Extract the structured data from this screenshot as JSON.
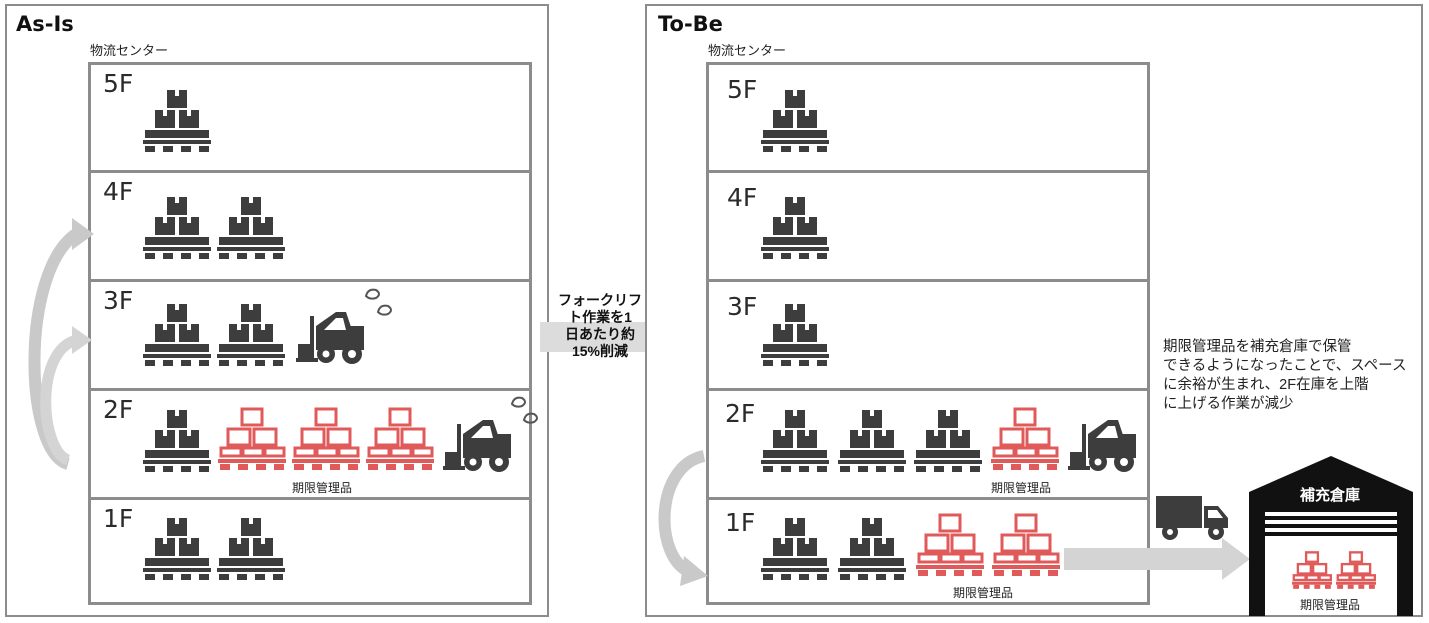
{
  "colors": {
    "dark": "#3d3d3d",
    "red": "#e05a5a",
    "arrow": "#bdbdbd",
    "border": "#8c8c8c"
  },
  "as_is": {
    "title": "As-Is",
    "center_label": "物流センター",
    "floors": [
      {
        "label": "5F"
      },
      {
        "label": "4F"
      },
      {
        "label": "3F"
      },
      {
        "label": "2F"
      },
      {
        "label": "1F"
      }
    ],
    "caption_2f": "期限管理品"
  },
  "middle": {
    "arrow_text_lines": [
      "フォークリフ",
      "ト作業を1",
      "日あたり約",
      "15%削減"
    ]
  },
  "to_be": {
    "title": "To-Be",
    "center_label": "物流センター",
    "floors": [
      {
        "label": "5F"
      },
      {
        "label": "4F"
      },
      {
        "label": "3F"
      },
      {
        "label": "2F"
      },
      {
        "label": "1F"
      }
    ],
    "caption_2f": "期限管理品",
    "caption_1f": "期限管理品",
    "note_lines": [
      "期限管理品を補充倉庫で保管",
      "できるようになったことで、スペース",
      "に余裕が生まれ、2F在庫を上階",
      "に上げる作業が減少"
    ],
    "warehouse": {
      "title": "補充倉庫",
      "caption": "期限管理品"
    }
  }
}
